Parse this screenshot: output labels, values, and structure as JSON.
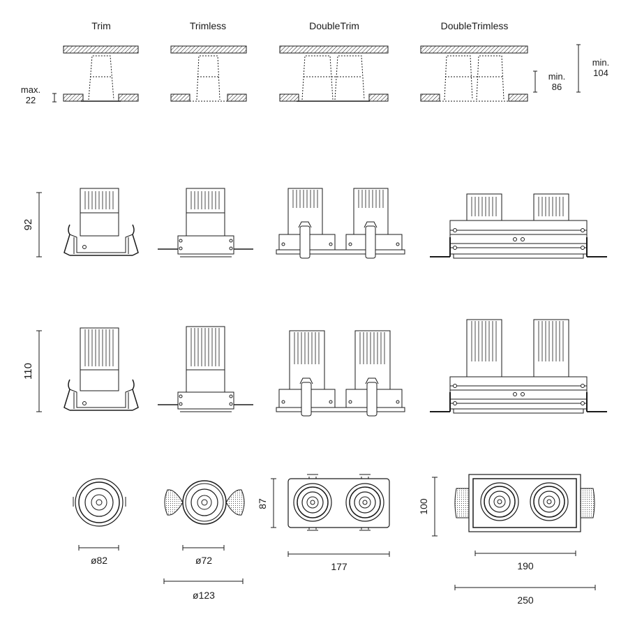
{
  "headers": {
    "trim": "Trim",
    "trimless": "Trimless",
    "doubletrim": "DoubleTrim",
    "doubletrimless": "DoubleTrimless"
  },
  "install": {
    "max_label": "max.",
    "max_value": "22",
    "min86_label": "min.",
    "min86_value": "86",
    "min104_label": "min.",
    "min104_value": "104"
  },
  "heights": {
    "row1": "92",
    "row2": "110"
  },
  "bottom_dims": {
    "trim_diameter": "ø82",
    "trimless_inner": "ø72",
    "trimless_outer": "ø123",
    "doubletrim_height": "87",
    "doubletrim_width": "177",
    "doubletrimless_height": "100",
    "doubletrimless_inner_width": "190",
    "doubletrimless_outer_width": "250"
  },
  "colors": {
    "line": "#1a1a1a",
    "fill": "#ffffff"
  }
}
